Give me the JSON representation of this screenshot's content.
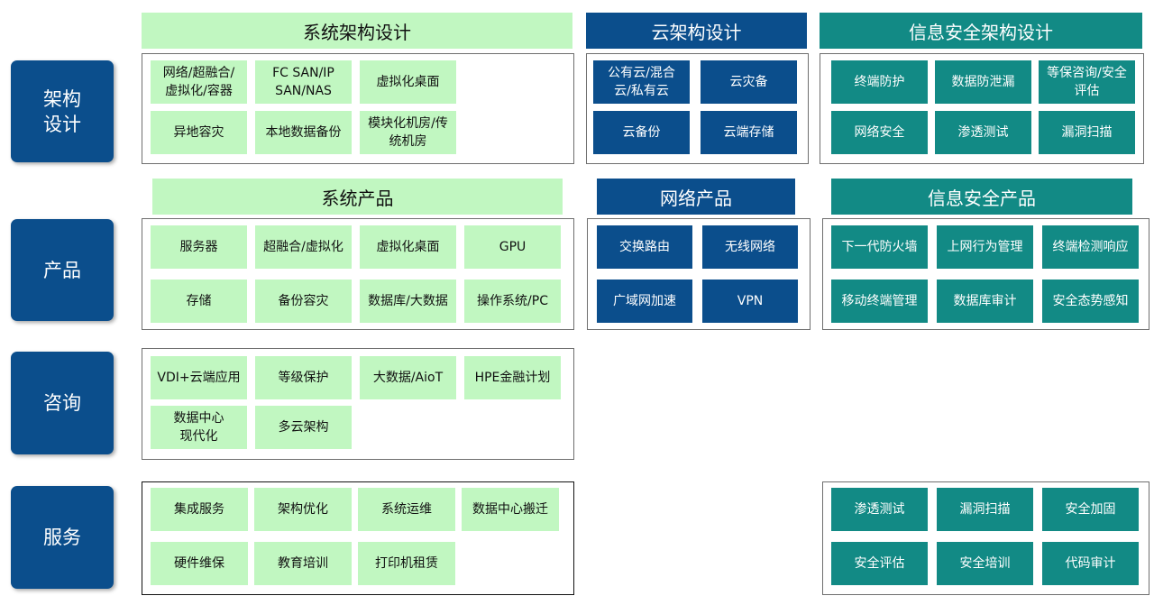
{
  "rows": {
    "arch": "架构\n设计",
    "products": "产品",
    "consulting": "咨询",
    "services": "服务"
  },
  "headers": {
    "system_arch": "系统架构设计",
    "cloud_arch": "云架构设计",
    "security_arch": "信息安全架构设计",
    "system_products": "系统产品",
    "network_products": "网络产品",
    "security_products": "信息安全产品"
  },
  "arch_system": [
    "网络/超融合/\n虚拟化/容器",
    "FC SAN/IP\nSAN/NAS",
    "虚拟化桌面",
    "异地容灾",
    "本地数据备份",
    "模块化机房/传\n统机房"
  ],
  "arch_cloud": [
    "公有云/混合\n云/私有云",
    "云灾备",
    "云备份",
    "云端存储"
  ],
  "arch_security": [
    "终端防护",
    "数据防泄漏",
    "等保咨询/安全\n评估",
    "网络安全",
    "渗透测试",
    "漏洞扫描"
  ],
  "prod_system": [
    "服务器",
    "超融合/虚拟化",
    "虚拟化桌面",
    "GPU",
    "存储",
    "备份容灾",
    "数据库/大数据",
    "操作系统/PC"
  ],
  "prod_network": [
    "交换路由",
    "无线网络",
    "广域网加速",
    "VPN"
  ],
  "prod_security": [
    "下一代防火墙",
    "上网行为管理",
    "终端检测响应",
    "移动终端管理",
    "数据库审计",
    "安全态势感知"
  ],
  "consulting": [
    "VDI+云端应用",
    "等级保护",
    "大数据/AioT",
    "HPE金融计划",
    "数据中心\n现代化",
    "多云架构"
  ],
  "services_system": [
    "集成服务",
    "架构优化",
    "系统运维",
    "数据中心搬迁",
    "硬件维保",
    "教育培训",
    "打印机租赁"
  ],
  "services_security": [
    "渗透测试",
    "漏洞扫描",
    "安全加固",
    "安全评估",
    "安全培训",
    "代码审计"
  ],
  "colors": {
    "green": "#c1f7c1",
    "blue": "#0b4e8c",
    "teal": "#128a85"
  }
}
